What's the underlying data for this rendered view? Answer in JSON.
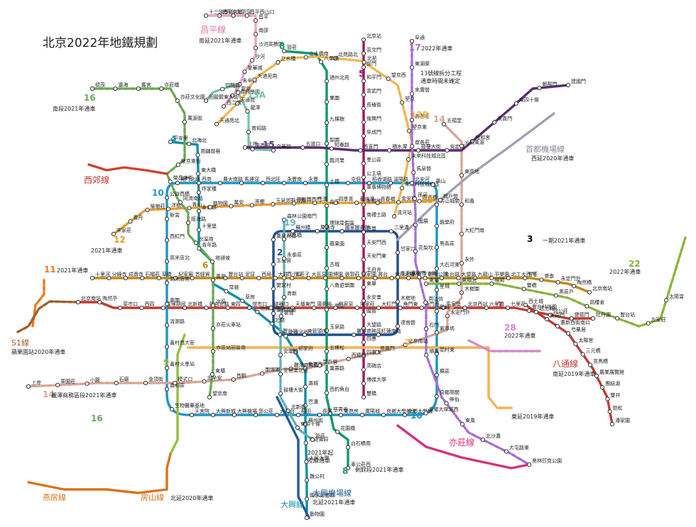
{
  "title": "北京2022年地鐵規劃",
  "colors": {
    "l1": "#c23a30",
    "l2": "#1f4e8f",
    "l4": "#0e8fa6",
    "l5": "#a5125f",
    "l6": "#bf8a12",
    "l7": "#f3b44e",
    "l8": "#0f9a6b",
    "l9": "#92c13c",
    "l10": "#1f95c9",
    "l11": "#ee7a1e",
    "l12": "#e59a2a",
    "l13": "#f3d033",
    "l13a": "#72c6a8",
    "l13b": "#f3b44e",
    "l14": "#d8a591",
    "l15": "#5b2c6f",
    "l16": "#6aa84f",
    "l17": "#a66fd6",
    "l19": "#5fb3b5",
    "l22": "#8ab43a",
    "l28": "#d986c8",
    "fangshan": "#d9731a",
    "yanfang": "#d9731a",
    "s1": "#9e5f2d",
    "changping": "#e9a2c8",
    "daxing_airport": "#1e5a9e",
    "capital_airport": "#a59fb6",
    "batong": "#c23a30",
    "yizhuang": "#d6317b",
    "xijiao": "#d2402c",
    "daxing": "#0e8fa6"
  },
  "line_labels": {
    "l1": "1",
    "l2": "2",
    "l3": "3",
    "l4": "4",
    "l5": "5",
    "l6": "6",
    "l7": "7",
    "l8": "8",
    "l9": "9",
    "l10": "10",
    "l11": "11",
    "l12": "12",
    "l13a": "13A",
    "l13b": "13B",
    "l14": "14",
    "l15": "15",
    "l16": "16",
    "l17": "17",
    "l19": "19",
    "l22": "22",
    "l28": "28"
  },
  "line_names": {
    "changping": "昌平線",
    "xijiao": "西郊線",
    "s1": "S1線",
    "yanfang": "燕房線",
    "fangshan": "房山線",
    "yizhuang": "亦莊線",
    "batong": "八通線",
    "daxing": "大興線",
    "daxing_airport": "大興機場線",
    "capital_airport": "首都機場線"
  },
  "notes": {
    "changping": "南延2021年通車",
    "l16": "南段2021年通車",
    "l12": "2021年通車",
    "l11": "2021年通車",
    "s1": "蘋果園站2020年通車",
    "l14": "麗澤商務區段2021年通車",
    "l17": "2022年通車",
    "l13a": "13號線拆分工程",
    "l13a_b": "通車時間未確定",
    "l3": "一期2021年通車",
    "l22": "2022年通車",
    "l28": "2022年通車",
    "batong": "南延2019年通車",
    "l7": "東延2019年通車",
    "capital_airport": "西延2020年通車",
    "fangshan": "北延2020年通車",
    "l19": "2021年起",
    "l19_b": "陸續通車",
    "l8": "剩餘段2021年通車",
    "daxing_airport": "北延2021年通車"
  },
  "stations": [
    "十三陵景區",
    "昌平東關",
    "北邵窪",
    "昌平西山口",
    "昌平",
    "南邵",
    "沙河高教園",
    "沙河",
    "鞏華城",
    "朱辛莊",
    "生命科學園",
    "西二旗",
    "回龍觀東大街",
    "回龍觀",
    "霍營",
    "龍澤",
    "育知路",
    "平西府",
    "文華路",
    "天通苑北",
    "天通苑",
    "天通苑南",
    "立水橋",
    "立水橋南",
    "北苑路北",
    "北苑",
    "望京西",
    "望京",
    "望京東",
    "未來科技城北區",
    "未來科技城南區",
    "清河站",
    "上地",
    "五道口",
    "知春路",
    "西直門",
    "積水潭",
    "鼓樓大街",
    "安定門",
    "雍和宮",
    "東直門",
    "東四十條",
    "朝陽門",
    "建國門",
    "北京站",
    "崇文門",
    "前門",
    "和平門",
    "宣武門",
    "長椿街",
    "復興門",
    "阜成門",
    "車公莊",
    "公主墳",
    "軍事博物館",
    "木樨地",
    "南禮士路",
    "西單",
    "天安門西",
    "天安門東",
    "王府井",
    "東單",
    "永安里",
    "國貿",
    "大望路",
    "四惠",
    "四惠東",
    "高碑店",
    "傳媒大學",
    "雙橋",
    "管莊",
    "八里橋",
    "通州北苑",
    "果園",
    "九棵樹",
    "梨園",
    "臨河里",
    "土橋",
    "花莊",
    "環球度假區",
    "蘋果園",
    "古城",
    "八角遊樂園",
    "八寶山",
    "玉泉路",
    "五棵松",
    "萬壽路",
    "西釣魚台",
    "慈壽寺",
    "花園橋",
    "白石橋南",
    "車公莊西",
    "平安里",
    "北海北",
    "南鑼鼓巷",
    "東大橋",
    "呼家樓",
    "金台路",
    "十里堡",
    "青年路",
    "褡褳坡",
    "黃渠",
    "常營",
    "草房",
    "物資學院路",
    "北關",
    "北運河西",
    "郝家府",
    "東夏園",
    "潞城",
    "巴溝",
    "蘇州街",
    "海淀黃莊",
    "人民大學",
    "魏公村",
    "國家圖書館",
    "動物園",
    "北京南站",
    "陶然亭",
    "菜市口",
    "西四",
    "靈境胡同",
    "北新橋",
    "張自忠路",
    "東四",
    "燈市口",
    "磁器口",
    "天壇東門",
    "蒲黃榆",
    "劉家窯",
    "宋家莊",
    "大紅門",
    "角門東",
    "角門西",
    "馬家堡",
    "北京西站",
    "六里橋",
    "七里莊",
    "豐台科技園",
    "郭公莊",
    "健德門",
    "牡丹園",
    "西土城",
    "北土城",
    "安貞門",
    "惠新西街南口",
    "芍藥居",
    "太陽宮",
    "三元橋",
    "亮馬橋",
    "農業展覽館",
    "團結湖",
    "雙井",
    "勁松",
    "潘家園",
    "十里河",
    "分鐘寺",
    "成壽寺",
    "石榴莊",
    "草橋",
    "紀家廟",
    "首經貿",
    "豐台站",
    "泥窪",
    "西局",
    "大井",
    "郭莊子",
    "大瓦窯",
    "園博園",
    "張郭莊",
    "高家園",
    "將台",
    "東風北橋",
    "棗營",
    "朝陽公園",
    "金台路",
    "大望路",
    "九龍山",
    "平樂園",
    "北工大西門",
    "方莊",
    "景泰",
    "永定門外",
    "陶然橋",
    "北京南站",
    "角門北路",
    "公益西橋",
    "新宮",
    "西紅門",
    "高米店北",
    "高米店南",
    "棗園",
    "清源路",
    "黃村西大街",
    "黃村火車站",
    "義和莊",
    "生物醫藥基地",
    "天宮院",
    "大興新城",
    "大興機場",
    "郭公莊",
    "大葆台",
    "稻田",
    "長陽",
    "篱笆房",
    "廣陽城",
    "良鄉大學城北",
    "良鄉大學城",
    "良鄉大學城西",
    "良鄉南關",
    "蘇莊",
    "閻村東",
    "紫草塢",
    "閻村",
    "星城",
    "大石河東",
    "馬各莊",
    "饒樂府",
    "房山城關",
    "燕山",
    "北安河",
    "溫陽路",
    "稻香湖路",
    "屯佃",
    "永豐",
    "永豐南",
    "西北旺",
    "馬連窪",
    "農大南路",
    "西苑",
    "萬泉河橋",
    "蘇州橋",
    "萬壽寺",
    "國家圖書館",
    "二里溝",
    "甘家口",
    "玉淵潭東門",
    "木樨地",
    "達官營",
    "紅蓮南路",
    "麗澤商務區",
    "東管頭南",
    "豐台站",
    "豐台南路",
    "樊家村",
    "玉泉營",
    "宋家莊",
    "看丹",
    "榆樹莊",
    "洋橋",
    "香山",
    "植物園",
    "萬安",
    "茶棚",
    "玉泉郊野公園",
    "頤和園西門",
    "巴溝",
    "四季青",
    "車道溝",
    "長春橋",
    "金安橋",
    "四道橋",
    "橋戶營",
    "上岸",
    "栗園莊",
    "小園",
    "石廠",
    "金頂街",
    "模式口",
    "北辛安",
    "首鋼",
    "園博園",
    "麗澤商務區",
    "菜戶營",
    "西鐵營",
    "景風門",
    "北京南站",
    "永定門外",
    "木樨園",
    "永外",
    "大紅門南",
    "和義",
    "東高地",
    "火箭萬源",
    "五福堂",
    "德茂",
    "瀛海",
    "舊宮",
    "亦莊橋",
    "亦莊文化園",
    "萬源街",
    "榮京東街",
    "榮昌東街",
    "同濟南路",
    "經海路",
    "次渠南",
    "次渠",
    "亦莊火車站",
    "亦莊站前區南",
    "東壩",
    "望京南",
    "阜通",
    "東湖渠",
    "來廣營",
    "善各莊",
    "崔各莊",
    "馬泉營",
    "孫河",
    "國展",
    "花梨坎",
    "後沙峪",
    "南法信",
    "石門",
    "順義",
    "俸伯",
    "東風",
    "北沙灘",
    "大屯路東",
    "奧林匹克公園",
    "森林公園南門",
    "林萃橋",
    "永泰莊",
    "西小口",
    "育新",
    "霍營",
    "安華橋",
    "安德里北街",
    "鼓樓大街",
    "北新橋",
    "東四十條",
    "管莊",
    "東壩",
    "東壩北",
    "楊閘",
    "雙橋",
    "黑莊戶",
    "高樓金",
    "豐台站",
    "左家莊",
    "太陽宮"
  ]
}
